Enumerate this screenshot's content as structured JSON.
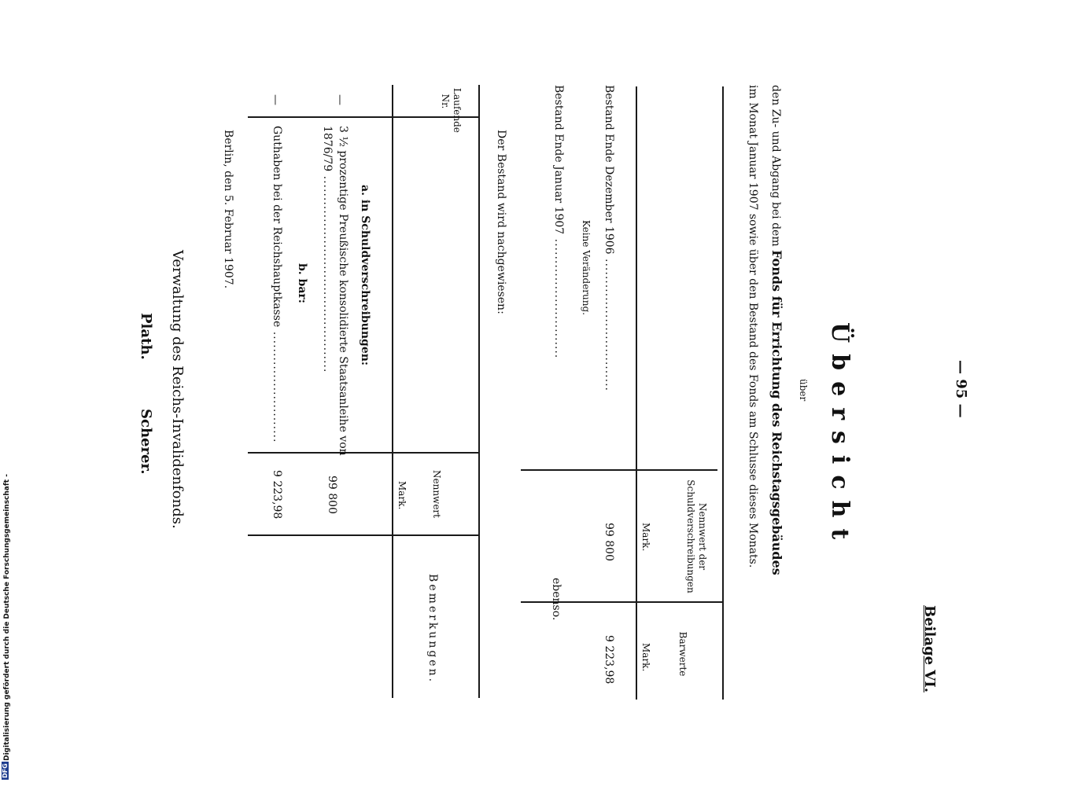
{
  "page": {
    "page_number": "— 95 —",
    "appendix": "Beilage VI.",
    "title": "Übersicht",
    "subtitle_ueber": "über",
    "heading_line1_pre": "den Zu- und Abgang bei dem",
    "heading_line1_bold": "Fonds für Errichtung des Reichstagsgebäudes",
    "heading_line2": "im Monat Januar 1907 sowie über den Bestand des Fonds am Schlusse dieses Monats."
  },
  "table1": {
    "col_nennwert": "Nennwert der Schuldverschreibungen",
    "col_nennwert_unit": "Mark.",
    "col_barwerte": "Barwerte",
    "col_barwerte_unit": "Mark.",
    "row1_label": "Bestand Ende Dezember 1906",
    "row1_nennwert": "99 800",
    "row1_barwert": "9 223,98",
    "row_change": "Keine Veränderung.",
    "row2_label": "Bestand Ende Januar 1907",
    "row2_value": "ebenso."
  },
  "note": "Der Bestand wird nachgewiesen:",
  "table2": {
    "col_lfd": "Laufende Nr.",
    "col_nennwert": "Nennwert",
    "col_nennwert_unit": "Mark.",
    "col_bemerkungen": "Bemerkungen.",
    "section_a": "a. in Schuldverschreibungen:",
    "row_a_dash": "—",
    "row_a_text1": "3 ½ prozentige Preußische konsolidierte Staatsanleihe von",
    "row_a_text2": "1876/79",
    "row_a_value": "99 800",
    "section_b": "b. bar:",
    "row_b_dash": "—",
    "row_b_text": "Guthaben bei der Reichshauptkasse",
    "row_b_value": "9 223,98"
  },
  "footer": {
    "place_date": "Berlin, den 5. Februar 1907.",
    "authority": "Verwaltung des Reichs-Invalidenfonds.",
    "signature1": "Plath.",
    "signature2": "Scherer."
  },
  "sidebar": {
    "credit": "Digitalisierung gefördert durch die Deutsche Forschungsgemeinschaft -",
    "dfg_logo": "DFG"
  }
}
